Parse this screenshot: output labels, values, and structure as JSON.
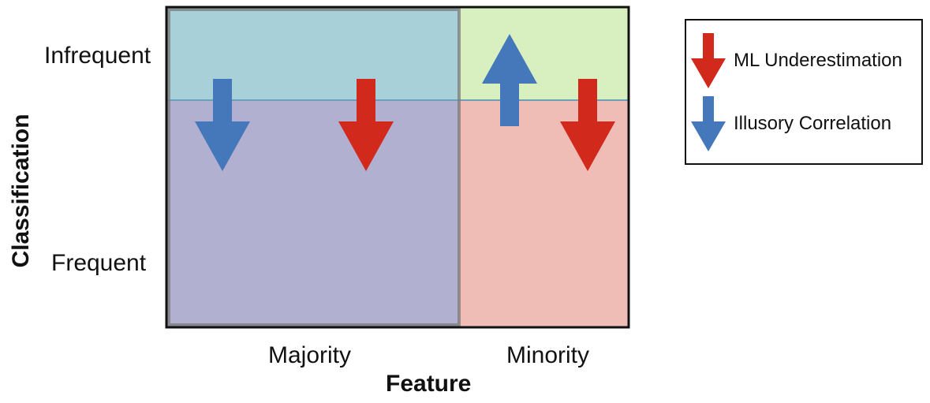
{
  "diagram": {
    "y_axis_title": "Classification",
    "x_axis_title": "Feature",
    "y_categories": [
      "Infrequent",
      "Frequent"
    ],
    "x_categories": [
      "Majority",
      "Minority"
    ],
    "regions": [
      {
        "name": "majority-infrequent",
        "color": "#a8d0d8"
      },
      {
        "name": "minority-infrequent",
        "color": "#d8f0c0"
      },
      {
        "name": "majority-frequent",
        "color": "#b2b0d0"
      },
      {
        "name": "minority-frequent",
        "color": "#efbcb6"
      }
    ],
    "arrows": [
      {
        "region": "majority",
        "effect": "Illusory Correlation",
        "direction": "down",
        "color": "#4478bb"
      },
      {
        "region": "majority",
        "effect": "ML Underestimation",
        "direction": "down",
        "color": "#d12a1c"
      },
      {
        "region": "minority",
        "effect": "Illusory Correlation",
        "direction": "up",
        "color": "#4478bb"
      },
      {
        "region": "minority",
        "effect": "ML Underestimation",
        "direction": "down",
        "color": "#d12a1c"
      }
    ]
  },
  "legend": {
    "items": [
      {
        "label": "ML Underestimation",
        "direction": "down",
        "color": "#d12a1c"
      },
      {
        "label": "Illusory Correlation",
        "direction": "down",
        "color": "#4478bb"
      }
    ]
  }
}
